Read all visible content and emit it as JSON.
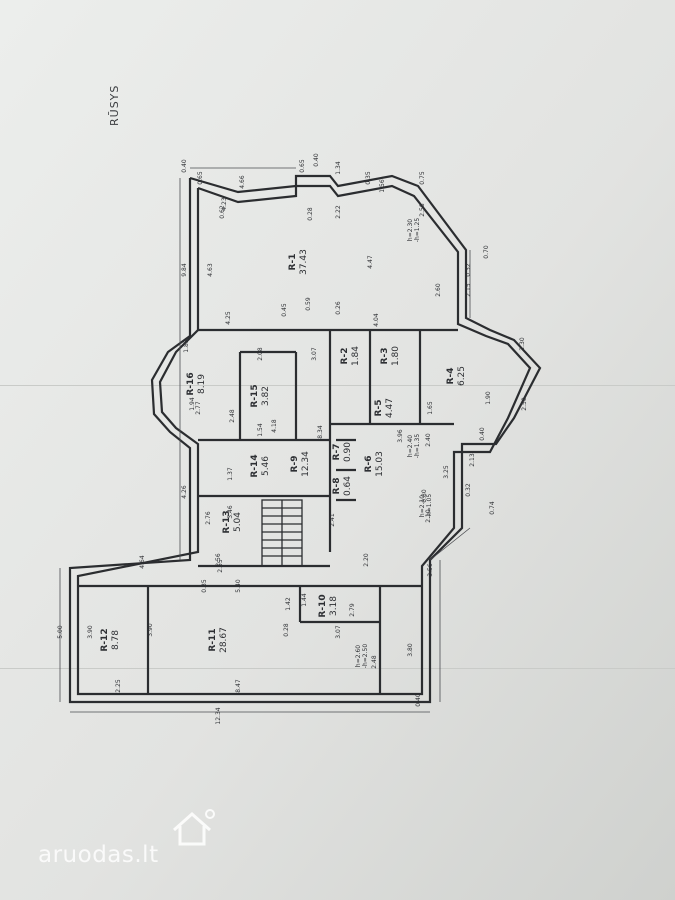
{
  "sheet": {
    "title": "RŪSYS"
  },
  "rooms": [
    {
      "label": "R-1",
      "area": "37.43"
    },
    {
      "label": "R-2",
      "area": "1.84"
    },
    {
      "label": "R-3",
      "area": "1.80"
    },
    {
      "label": "R-4",
      "area": "6.25"
    },
    {
      "label": "R-5",
      "area": "4.47"
    },
    {
      "label": "R-6",
      "area": "15.03"
    },
    {
      "label": "R-7",
      "area": "0.90"
    },
    {
      "label": "R-8",
      "area": "0.64"
    },
    {
      "label": "R-9",
      "area": "12.34"
    },
    {
      "label": "R-10",
      "area": "3.18"
    },
    {
      "label": "R-11",
      "area": "28.67"
    },
    {
      "label": "R-12",
      "area": "8.78"
    },
    {
      "label": "R-13",
      "area": "5.04"
    },
    {
      "label": "R-14",
      "area": "5.46"
    },
    {
      "label": "R-15",
      "area": "3.82"
    },
    {
      "label": "R-16",
      "area": "8.19"
    }
  ],
  "dimensions": [
    "0.40",
    "0.65",
    "4.66",
    "0.65",
    "0.40",
    "1.34",
    "0.35",
    "1.56",
    "0.75",
    "4.23",
    "0.62",
    "0.28",
    "2.22",
    "2.58",
    "9.84",
    "4.63",
    "4.47",
    "2.60",
    "2.15",
    "0.32",
    "4.25",
    "0.45",
    "0.59",
    "0.26",
    "4.04",
    "0.70",
    "2.30",
    "1.83",
    "2.08",
    "3.07",
    "1.90",
    "2.50",
    "1.65",
    "0.40",
    "2.13",
    "1.94",
    "2.77",
    "4.18",
    "2.48",
    "8.34",
    "3.25",
    "0.32",
    "0.74",
    "4.26",
    "3.46",
    "2.76",
    "2.56",
    "2.41",
    "2.20",
    "3.56",
    "4.64",
    "5.00",
    "3.90",
    "3.90",
    "8.47",
    "2.25",
    "3.80",
    "12.34",
    "0.40",
    "2.79",
    "3.07",
    "2.48",
    "1.54",
    "2.55",
    "5.40",
    "0.35",
    "1.42",
    "1.44",
    "0.28",
    "3.96",
    "2.40",
    "2.10",
    "1.37",
    "0.80"
  ],
  "heights": [
    "h=2.30 / -h=1.25",
    "h=2.40 / -h=1.35",
    "h=2.10 / -h=1.05",
    "h=2.60 / -h=2.50"
  ],
  "watermark": {
    "text": "aruodas.lt"
  }
}
